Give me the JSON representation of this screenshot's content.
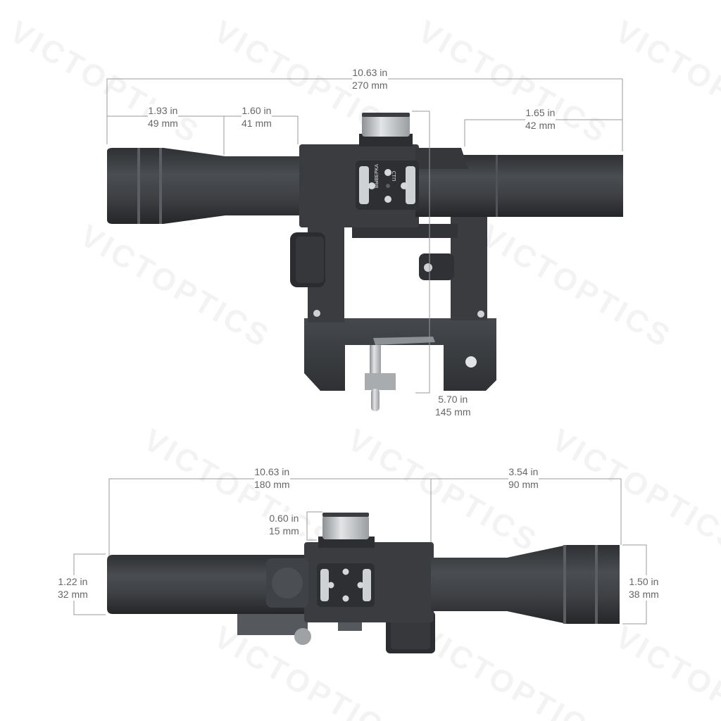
{
  "watermark": "VICTOPTICS",
  "colors": {
    "body": "#3b3d40",
    "body_dark": "#2b2d30",
    "body_light": "#55585c",
    "metal": "#b9bcbf",
    "dim_line": "#9a9a9a",
    "dim_text": "#666666"
  },
  "dimensions": {
    "top_overall": {
      "in": "10.63 in",
      "mm": "270 mm"
    },
    "top_eyepiece": {
      "in": "1.93 in",
      "mm": "49 mm"
    },
    "top_taper": {
      "in": "1.60 in",
      "mm": "41 mm"
    },
    "top_objective_tube": {
      "in": "1.65 in",
      "mm": "42 mm"
    },
    "top_mount_height": {
      "in": "5.70 in",
      "mm": "145 mm"
    },
    "bottom_overall": {
      "in": "10.63 in",
      "mm": "180 mm"
    },
    "bottom_objective": {
      "in": "3.54 in",
      "mm": "90 mm"
    },
    "bottom_turret": {
      "in": "0.60 in",
      "mm": "15 mm"
    },
    "bottom_tube_diameter": {
      "in": "1.22 in",
      "mm": "32 mm"
    },
    "bottom_objective_diameter": {
      "in": "1.50 in",
      "mm": "38 mm"
    }
  },
  "plate_text": {
    "line1": "ВЫВЕРКА",
    "line2": "СТП"
  }
}
